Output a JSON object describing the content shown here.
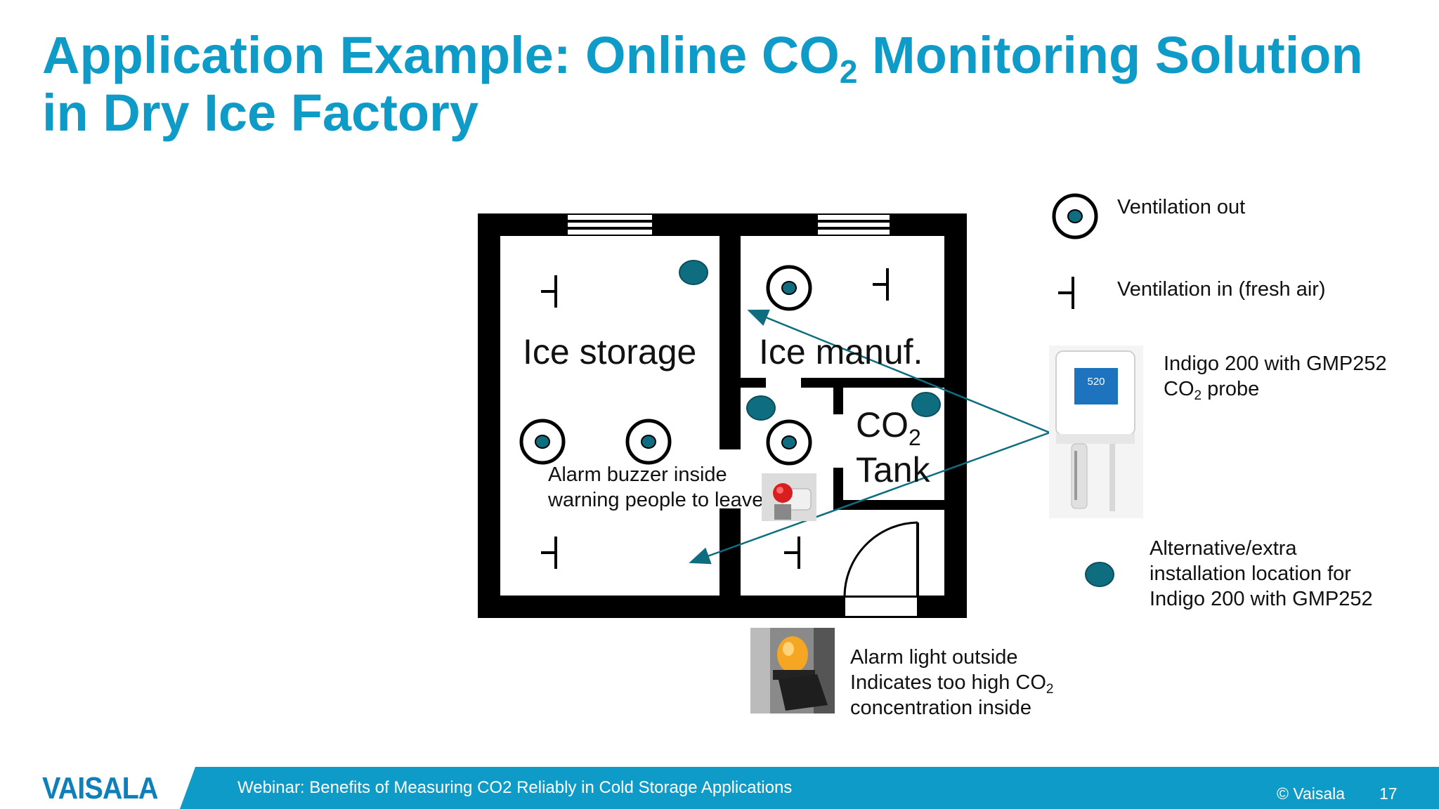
{
  "slide": {
    "title_line1_prefix": "Application Example: Online CO",
    "title_line1_sub": "2",
    "title_line1_suffix": " Monitoring Solution",
    "title_line2": "in Dry Ice Factory"
  },
  "floorplan": {
    "rooms": {
      "ice_storage": "Ice storage",
      "ice_manuf": "Ice manuf.",
      "co2_tank_prefix": "CO",
      "co2_tank_sub": "2",
      "co2_tank_line2": "Tank"
    },
    "alarm_buzzer_line1": "Alarm buzzer inside",
    "alarm_buzzer_line2": "warning people to leave",
    "alarm_light_line1": "Alarm light outside",
    "alarm_light_line2_prefix": "Indicates too high CO",
    "alarm_light_line2_sub": "2",
    "alarm_light_line3": "concentration inside"
  },
  "legend": {
    "ventilation_out": "Ventilation out",
    "ventilation_in": "Ventilation in (fresh air)",
    "device_line1": "Indigo 200 with GMP252",
    "device_line2_prefix": "CO",
    "device_line2_sub": "2",
    "device_line2_suffix": " probe",
    "alt_line1": "Alternative/extra",
    "alt_line2": "installation location for",
    "alt_line3": "Indigo 200 with GMP252"
  },
  "device_display_value": "520",
  "footer": {
    "logo": "VAISALA",
    "webinar": "Webinar: Benefits of Measuring CO2 Reliably in Cold Storage Applications",
    "copyright": "© Vaisala",
    "page": "17"
  },
  "colors": {
    "title": "#0e9bc7",
    "footer_bar": "#0e9bc7",
    "sensor_dot": "#0f6d80",
    "arrow": "#0f6d80"
  }
}
